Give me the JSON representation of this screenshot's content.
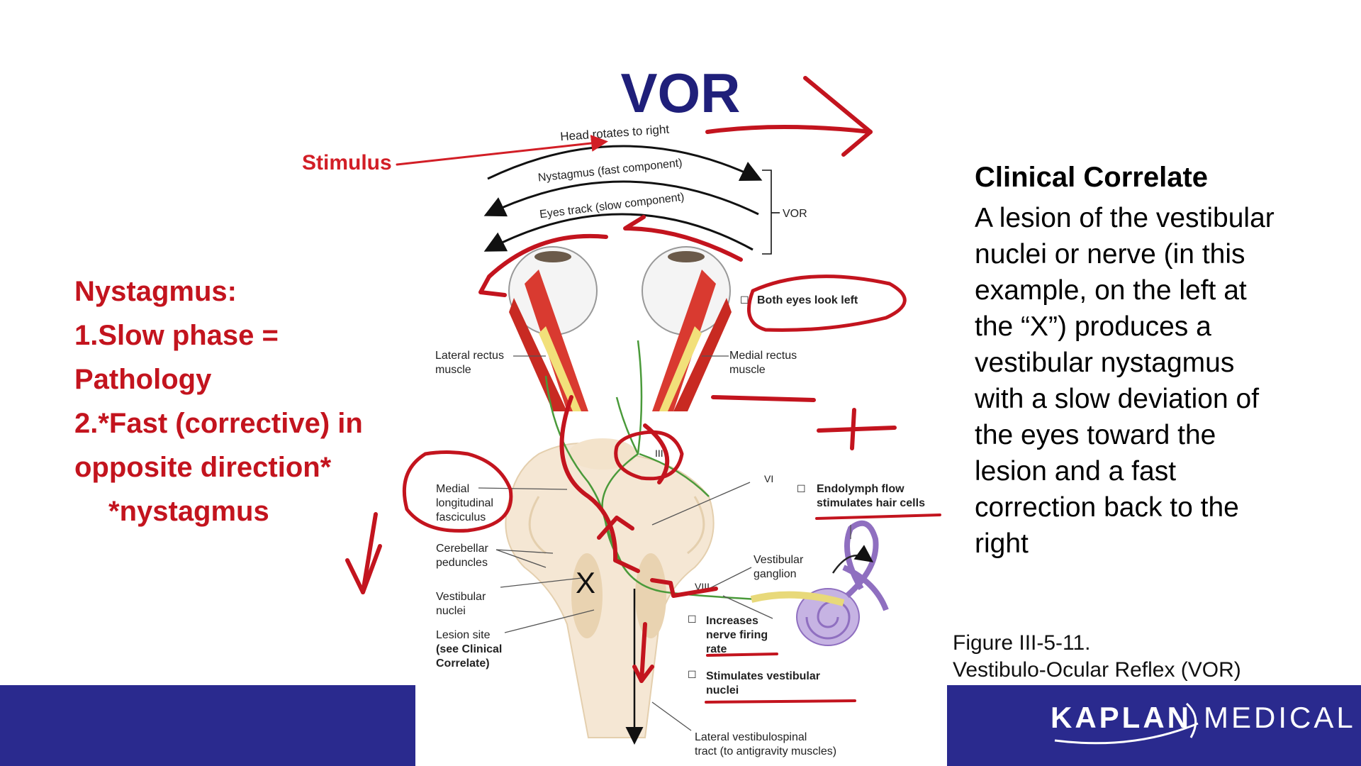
{
  "slide": {
    "title": "VOR",
    "stimulus_label": "Stimulus",
    "nystagmus_notes": {
      "heading": "Nystagmus:",
      "line1": "1.Slow phase =",
      "line2": "Pathology",
      "line3": "2.*Fast (corrective) in",
      "line4": "opposite direction*",
      "line5": "*nystagmus"
    },
    "clinical_correlate": {
      "title": "Clinical Correlate",
      "lines": [
        "A lesion of the vestibular",
        "nuclei or nerve (in this",
        "example, on the left at",
        "the “X”) produces a",
        "vestibular nystagmus",
        "with a slow deviation of",
        "the eyes toward the",
        "lesion and a fast",
        "correction back to the",
        "right"
      ]
    },
    "figure_caption": {
      "line1": "Figure III-5-11.",
      "line2": "Vestibulo-Ocular Reflex (VOR)"
    },
    "brand": {
      "name": "KAPLAN",
      "division": "MEDICAL"
    }
  },
  "diagram": {
    "head_rotates": "Head rotates to right",
    "nystagmus_fast": "Nystagmus (fast component)",
    "eyes_track": "Eyes track (slow component)",
    "vor_bracket": "VOR",
    "both_eyes": "Both eyes look left",
    "lateral_rectus": [
      "Lateral rectus",
      "muscle"
    ],
    "medial_rectus": [
      "Medial rectus",
      "muscle"
    ],
    "nerve_iii": "III",
    "nerve_vi": "VI",
    "nerve_viii": "VIII",
    "mlf": [
      "Medial",
      "longitudinal",
      "fasciculus"
    ],
    "cerebellar": [
      "Cerebellar",
      "peduncles"
    ],
    "vestibular_nuclei": [
      "Vestibular",
      "nuclei"
    ],
    "lesion_site": [
      "Lesion site",
      "(see Clinical",
      "Correlate)"
    ],
    "vestibular_ganglion": [
      "Vestibular",
      "ganglion"
    ],
    "endolymph": [
      "Endolymph flow",
      "stimulates hair cells"
    ],
    "increases": [
      "Increases",
      "nerve firing",
      "rate"
    ],
    "stimulates": [
      "Stimulates vestibular",
      "nuclei"
    ],
    "lateral_tract": [
      "Lateral vestibulospinal",
      "tract (to antigravity muscles)"
    ],
    "lesion_mark": "X",
    "bullet": "☐"
  },
  "colors": {
    "brand_blue": "#2a2a8e",
    "title_navy": "#1f1f7a",
    "annotation_red": "#c3141e",
    "nerve_green": "#4a9a3a"
  }
}
